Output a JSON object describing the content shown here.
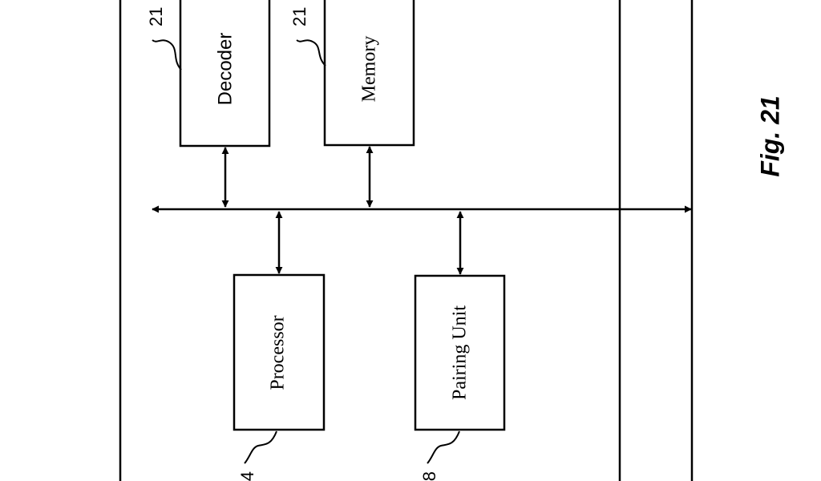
{
  "figure_label": "Fig. 21",
  "blocks": {
    "decoder": {
      "label": "Decoder",
      "ref": "21"
    },
    "memory": {
      "label": "Memory",
      "ref": "21"
    },
    "processor": {
      "label": "Processor",
      "ref": "4"
    },
    "pairing_unit": {
      "label": "Pairing Unit",
      "ref": "8"
    }
  }
}
